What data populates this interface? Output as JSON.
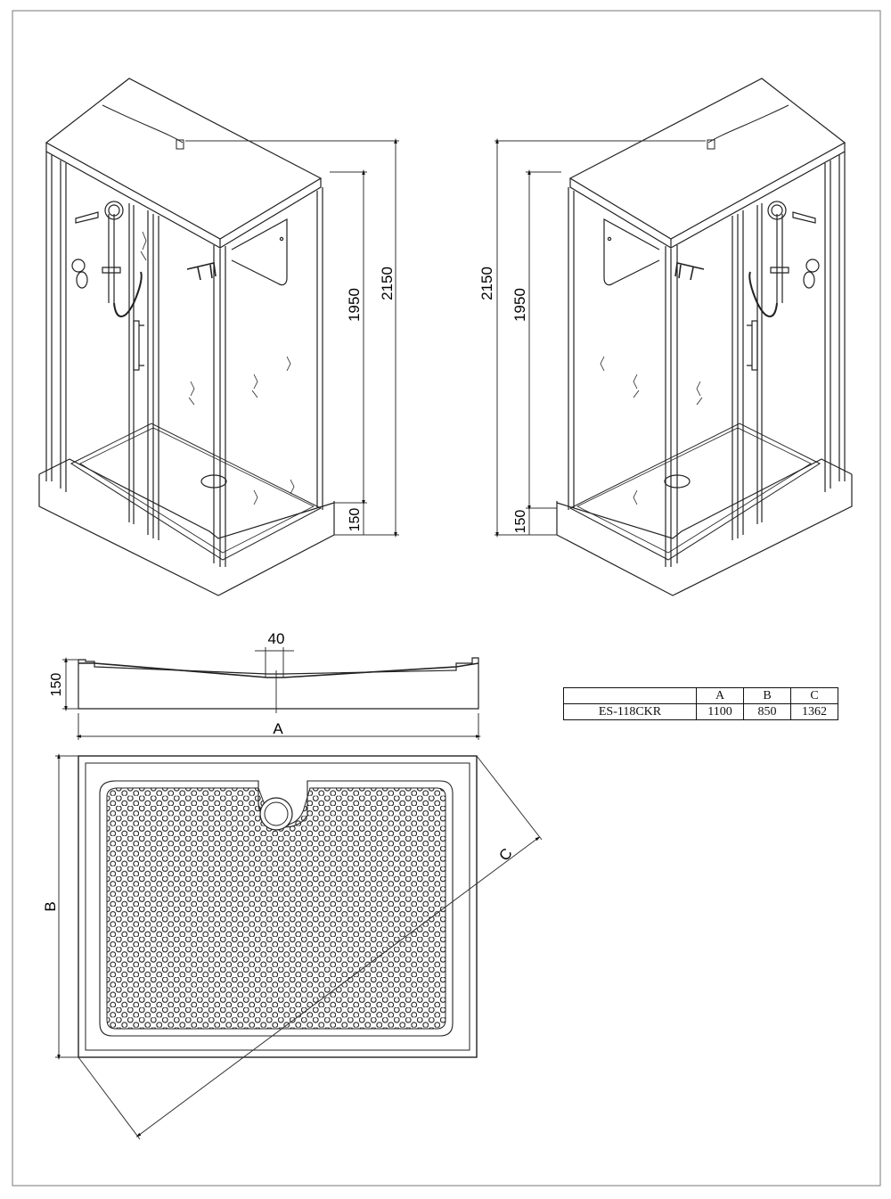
{
  "views": {
    "left_cabin": {
      "dim_total": "2150",
      "dim_cabin": "1950",
      "dim_tray": "150"
    },
    "right_cabin": {
      "dim_total": "2150",
      "dim_cabin": "1950",
      "dim_tray": "150"
    }
  },
  "tray_section": {
    "dim_height": "150",
    "dim_drain_offset": "40",
    "dim_length_label": "A"
  },
  "tray_plan": {
    "width_label": "A",
    "depth_label": "B",
    "diagonal_label": "C"
  },
  "spec_table": {
    "headers": [
      "",
      "A",
      "B",
      "C"
    ],
    "rows": [
      {
        "model": "ES-118CKR",
        "a": "1100",
        "b": "850",
        "c": "1362"
      }
    ]
  }
}
